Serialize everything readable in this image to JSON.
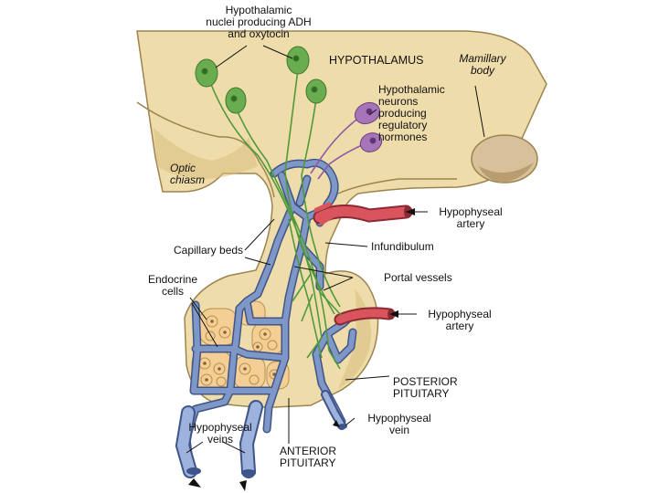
{
  "labels": {
    "nuclei_adh": "Hypothalamic\nnuclei producing ADH\nand oxytocin",
    "hypothalamus": "HYPOTHALAMUS",
    "mamillary": "Mamillary\nbody",
    "neurons_regulatory": "Hypothalamic\nneurons\nproducing\nregulatory\nhormones",
    "optic_chiasm": "Optic\nchiasm",
    "hypophyseal_artery_upper": "Hypophyseal\nartery",
    "capillary_beds": "Capillary beds",
    "infundibulum": "Infundibulum",
    "endocrine_cells": "Endocrine\ncells",
    "portal_vessels": "Portal vessels",
    "hypophyseal_artery_lower": "Hypophyseal\nartery",
    "posterior_pituitary": "POSTERIOR\nPITUITARY",
    "hypophyseal_vein_right": "Hypophyseal\nvein",
    "hypophyseal_veins_left": "Hypophyseal\nveins",
    "anterior_pituitary": "ANTERIOR\nPITUITARY"
  },
  "colors": {
    "tissue": "#efdcab",
    "tissue_shadow": "#d9bf7e",
    "brain_outline": "#9c8350",
    "vein_blue": "#7f97c6",
    "vein_dark": "#3f5488",
    "artery_red": "#d9545c",
    "neuron_green": "#6aac50",
    "neuron_purple": "#a675b8",
    "cell_fill": "#f3cf95",
    "mamillary": "#d8c09a"
  }
}
